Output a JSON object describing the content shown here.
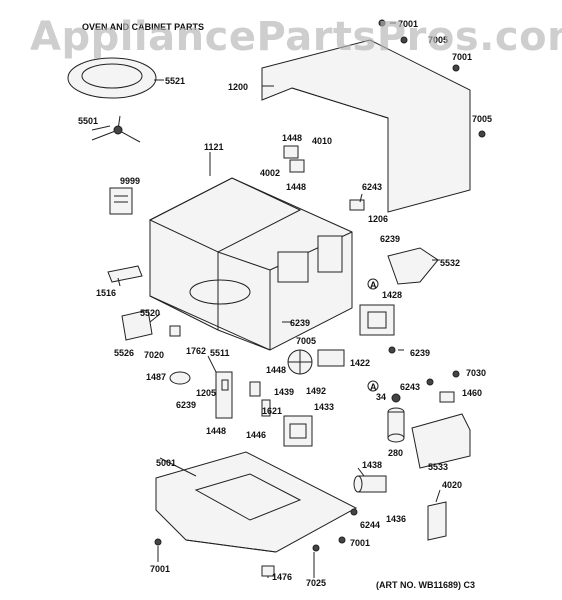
{
  "watermark": "AppliancePartsPros.com",
  "header": "OVEN AND CABINET PARTS",
  "footer": "(ART NO. WB11689) C3",
  "labels": {
    "l7001a": "7001",
    "l7005a": "7005",
    "l7001b": "7001",
    "l5521": "5521",
    "l1200": "1200",
    "l5501": "5501",
    "l7005b": "7005",
    "l1121": "1121",
    "l1448a": "1448",
    "l4010": "4010",
    "l4002": "4002",
    "l1448b": "1448",
    "l9999": "9999",
    "l6243a": "6243",
    "l1206": "1206",
    "l6239a": "6239",
    "l5532": "5532",
    "l1516": "1516",
    "l1428": "1428",
    "l5520": "5520",
    "l6239b": "6239",
    "l7005c": "7005",
    "l5526": "5526",
    "l7020": "7020",
    "l1762": "1762",
    "l5511": "5511",
    "l6239c": "6239",
    "l1422": "1422",
    "l7030": "7030",
    "l1448c": "1448",
    "l1487": "1487",
    "l1439": "1439",
    "l1492": "1492",
    "l6243b": "6243",
    "l1460": "1460",
    "l1205": "1205",
    "l6239d": "6239",
    "l34": "34",
    "l1621": "1621",
    "l1433": "1433",
    "l1448d": "1448",
    "l1446": "1446",
    "l280": "280",
    "l5001": "5001",
    "l5533": "5533",
    "l1438": "1438",
    "l4020": "4020",
    "l6244": "6244",
    "l1436": "1436",
    "l7001c": "7001",
    "l7001d": "7001",
    "l1476": "1476",
    "l7025": "7025",
    "a1": "A",
    "a2": "A"
  }
}
